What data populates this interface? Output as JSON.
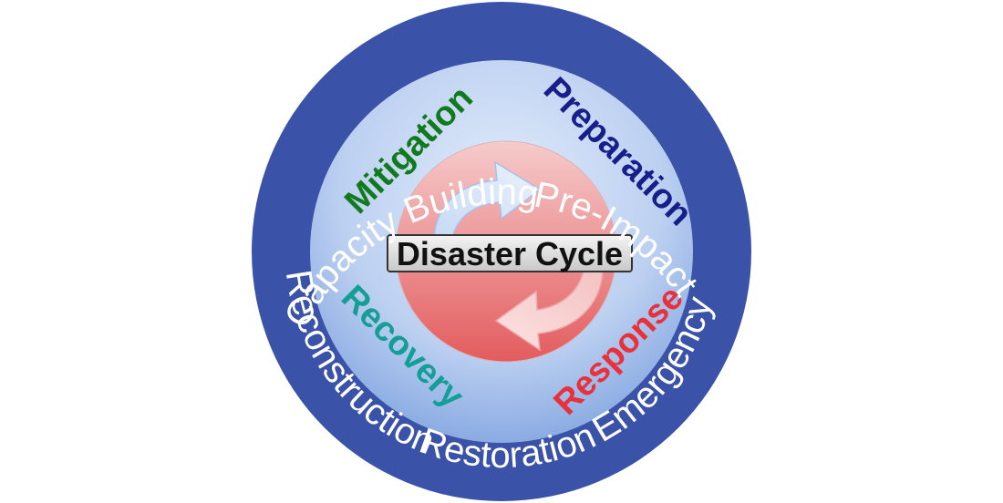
{
  "diagram": {
    "center_title": "Disaster Cycle",
    "outer_ring_labels": {
      "capacity_building": "Capacity Building",
      "pre_impact": "Pre-Impact",
      "emergency": "Emergency",
      "restoration": "Restoration",
      "reconstruction": "Reconstruction"
    },
    "phases": {
      "mitigation": {
        "label": "Mitigation",
        "color": "#117a1e"
      },
      "preparation": {
        "label": "Preparation",
        "color": "#17208a"
      },
      "response": {
        "label": "Response",
        "color": "#e8313b"
      },
      "recovery": {
        "label": "Recovery",
        "color": "#139e96"
      }
    },
    "colors": {
      "outer_ring": "#3a52a8",
      "inner_disc_top": "#dde9fb",
      "inner_disc_bottom": "#7fa3df",
      "center_disc_top": "#f7c7c7",
      "center_disc_bottom": "#e45f61"
    }
  }
}
